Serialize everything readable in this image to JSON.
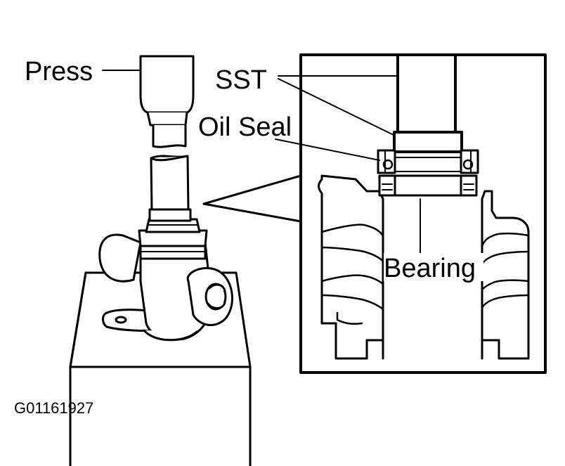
{
  "labels": {
    "press": "Press",
    "sst": "SST",
    "oil_seal": "Oil Seal",
    "bearing": "Bearing",
    "figure_id": "G01161927"
  },
  "colors": {
    "ink": "#000000",
    "paper": "#ffffff"
  }
}
